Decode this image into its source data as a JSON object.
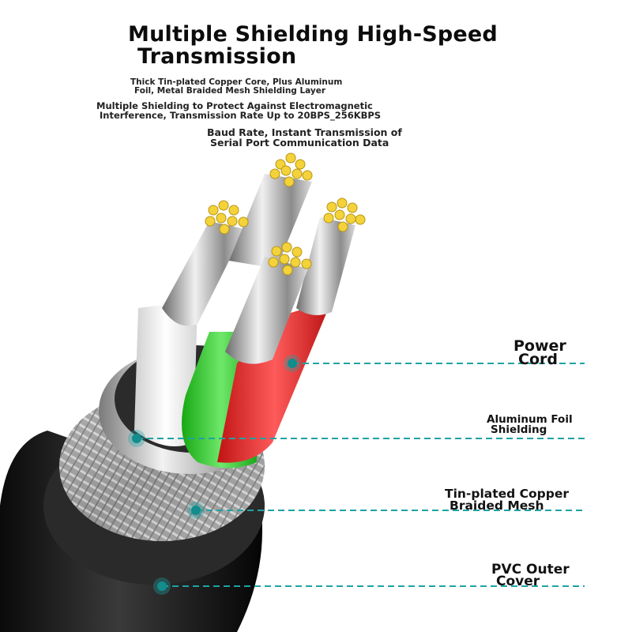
{
  "title": {
    "line1": "Multiple Shielding High-Speed",
    "line2": "Transmission"
  },
  "subtitles": {
    "core": {
      "line1": "Thick Tin-plated Copper Core, Plus Aluminum",
      "line2": "Foil, Metal Braided Mesh Shielding Layer"
    },
    "shielding": {
      "line1": "Multiple Shielding to Protect Against Electromagnetic",
      "line2": "Interference, Transmission Rate Up to 20BPS_256KBPS"
    },
    "baud": {
      "line1": "Baud Rate, Instant Transmission of",
      "line2": "Serial Port Communication Data"
    }
  },
  "callouts": {
    "power_cord": {
      "line1": "Power",
      "line2": "Cord"
    },
    "aluminum_foil": {
      "line1": "Aluminum Foil",
      "line2": "Shielding"
    },
    "braided_mesh": {
      "line1": "Tin-plated Copper",
      "line2": "Braided Mesh"
    },
    "pvc_cover": {
      "line1": "PVC Outer",
      "line2": "Cover"
    }
  },
  "colors": {
    "callout_line": "#1fa3a3",
    "wire_white": "#f2f2f2",
    "wire_green": "#22c41e",
    "wire_red": "#e01e1e",
    "copper_tips": "#f4d33a",
    "pvc_jacket": "#151515"
  }
}
